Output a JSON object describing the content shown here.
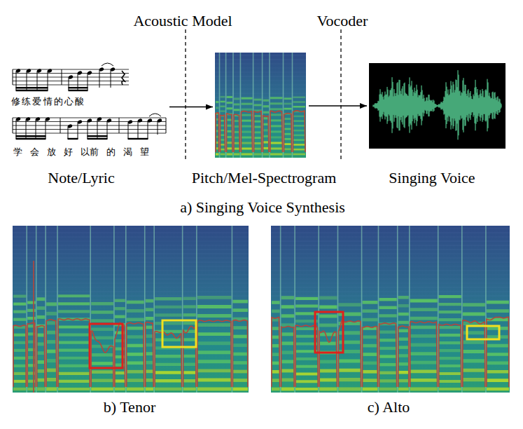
{
  "diagram": {
    "nodes": [
      {
        "text": [
          "修 练 爱 情 的 心 酸",
          "学 会 放 好 以前 的 渴 望",
          "Note/Lyric"
        ]
      },
      {
        "text": [
          "Pitch/Mel-Spectrogram"
        ]
      },
      {
        "text": [
          "Singing Voice"
        ]
      }
    ],
    "edges": [
      {
        "from": 0,
        "to": 1,
        "arrow": "to"
      },
      {
        "from": 1,
        "to": 2,
        "arrow": "to"
      }
    ],
    "labels": [
      "Acoustic Model",
      "Vocoder",
      "a) Singing Voice Synthesis",
      "b) Tenor",
      "c) Alto"
    ]
  }
}
